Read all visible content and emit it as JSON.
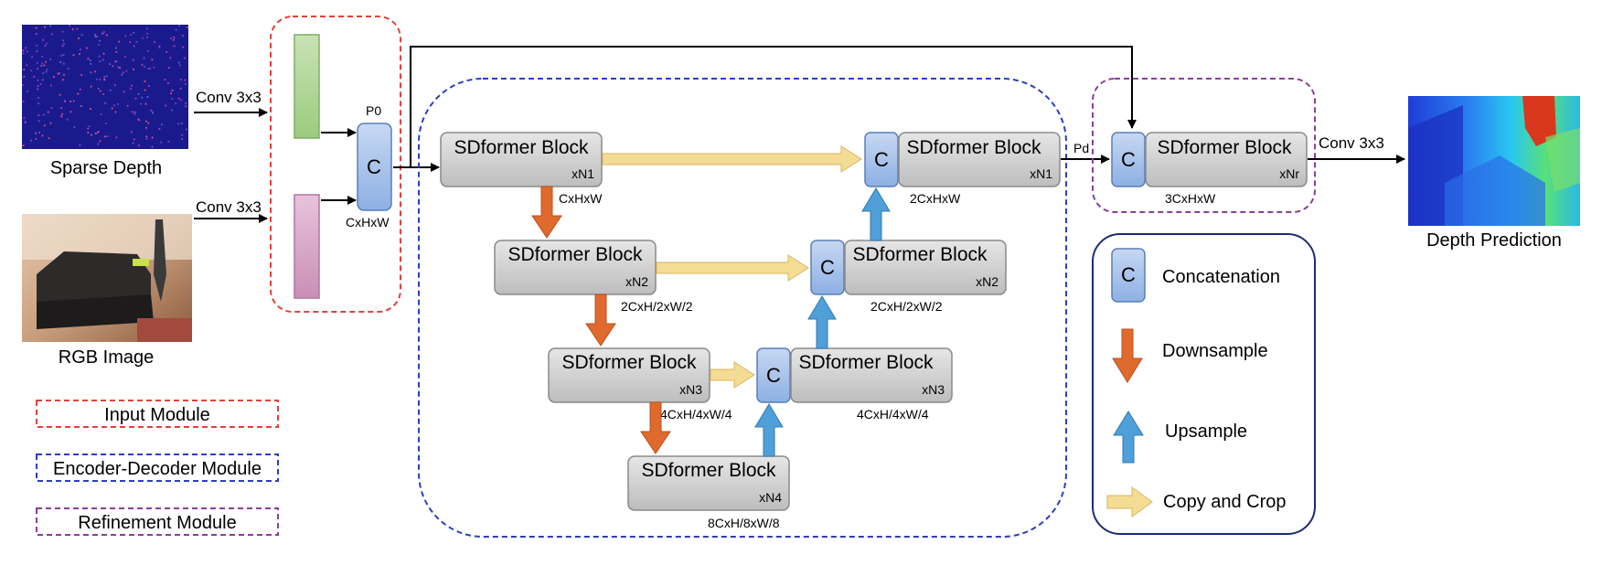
{
  "inputs": {
    "sparse_depth_caption": "Sparse Depth",
    "rgb_image_caption": "RGB Image",
    "conv_top": "Conv 3x3",
    "conv_bottom": "Conv 3x3",
    "p0_label": "P0",
    "concat_shape": "CxHxW"
  },
  "concat_letter": "C",
  "encoder": {
    "block1": {
      "title": "SDformer Block",
      "mult": "xN1",
      "shape": "CxHxW"
    },
    "block2": {
      "title": "SDformer Block",
      "mult": "xN2",
      "shape": "2CxH/2xW/2"
    },
    "block3": {
      "title": "SDformer Block",
      "mult": "xN3",
      "shape": "4CxH/4xW/4"
    },
    "block4": {
      "title": "SDformer Block",
      "mult": "xN4",
      "shape": "8CxH/8xW/8"
    }
  },
  "decoder": {
    "block3": {
      "title": "SDformer Block",
      "mult": "xN3",
      "shape": "4CxH/4xW/4"
    },
    "block2": {
      "title": "SDformer Block",
      "mult": "xN2",
      "shape": "2CxH/2xW/2"
    },
    "block1": {
      "title": "SDformer Block",
      "mult": "xN1",
      "shape": "2CxHxW"
    }
  },
  "refinement": {
    "pd_label": "Pd",
    "block": {
      "title": "SDformer Block",
      "mult": "xNr",
      "shape": "3CxHxW"
    },
    "conv_out": "Conv 3x3",
    "output_caption": "Depth Prediction"
  },
  "module_legend": {
    "input": "Input Module",
    "encoder_decoder": "Encoder-Decoder Module",
    "refinement": "Refinement Module"
  },
  "symbol_legend": {
    "concatenation": "Concatenation",
    "downsample": "Downsample",
    "upsample": "Upsample",
    "copy_crop": "Copy and Crop"
  },
  "colors": {
    "input_module": "#e0423c",
    "encoder_decoder_module": "#2b3fbf",
    "refinement_module": "#8a3f9c",
    "downsample": "#e06a2e",
    "upsample": "#4f9fd8",
    "copy_crop": "#f5dc95",
    "concat_box": "#a9c4ea",
    "block_fill": "#d3d3d3"
  }
}
